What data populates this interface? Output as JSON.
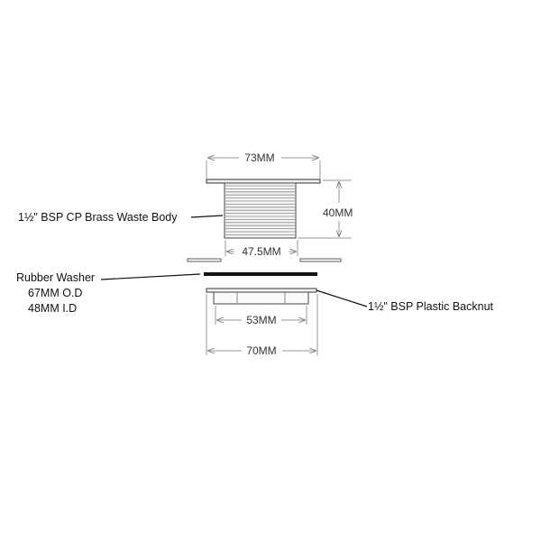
{
  "dimensions": {
    "flange_width": "73MM",
    "body_height": "40MM",
    "thread_width": "47.5MM",
    "backnut_inner": "53MM",
    "backnut_outer": "70MM"
  },
  "labels": {
    "waste_body": "1½\" BSP CP Brass Waste Body",
    "washer_title": "Rubber Washer",
    "washer_od": "67MM O.D",
    "washer_id": "48MM I.D",
    "backnut": "1½\" BSP Plastic Backnut"
  }
}
